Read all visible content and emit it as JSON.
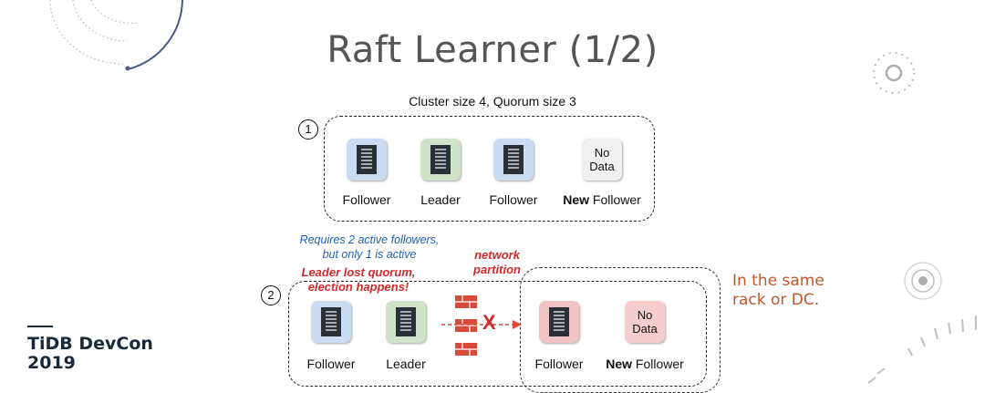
{
  "slide": {
    "title": "Raft Learner (1/2)",
    "subtitle": "Cluster size 4, Quorum size 3"
  },
  "scenario1": {
    "number": "1",
    "nodes": [
      {
        "label": "Follower",
        "role": "follower"
      },
      {
        "label": "Leader",
        "role": "leader"
      },
      {
        "label": "Follower",
        "role": "follower"
      },
      {
        "label_bold": "New",
        "label": " Follower",
        "role": "new",
        "box_text": [
          "No",
          "Data"
        ]
      }
    ]
  },
  "scenario2": {
    "number": "2",
    "note_blue": [
      "Requires 2 active followers,",
      "but only 1 is active"
    ],
    "note_red": [
      "Leader lost quorum,",
      "election happens!"
    ],
    "partition_label": [
      "network",
      "partition"
    ],
    "cross": "X",
    "nodes": [
      {
        "label": "Follower",
        "role": "follower"
      },
      {
        "label": "Leader",
        "role": "leader"
      },
      {
        "label": "Follower",
        "role": "isolated"
      },
      {
        "label_bold": "New",
        "label": " Follower",
        "role": "new",
        "box_text": [
          "No",
          "Data"
        ]
      }
    ],
    "rack_note": [
      "In the same",
      "rack or DC."
    ]
  },
  "brand": {
    "line1": "TiDB DevCon",
    "line2": "2019"
  },
  "colors": {
    "follower": "#c9dcf2",
    "leader": "#cfe3c8",
    "isolated": "#f2c3c3",
    "nodata1": "#f0f0f0",
    "nodata2": "#f6cccc",
    "red": "#d22a2a",
    "blue": "#2060b0",
    "orange": "#c0582e"
  }
}
